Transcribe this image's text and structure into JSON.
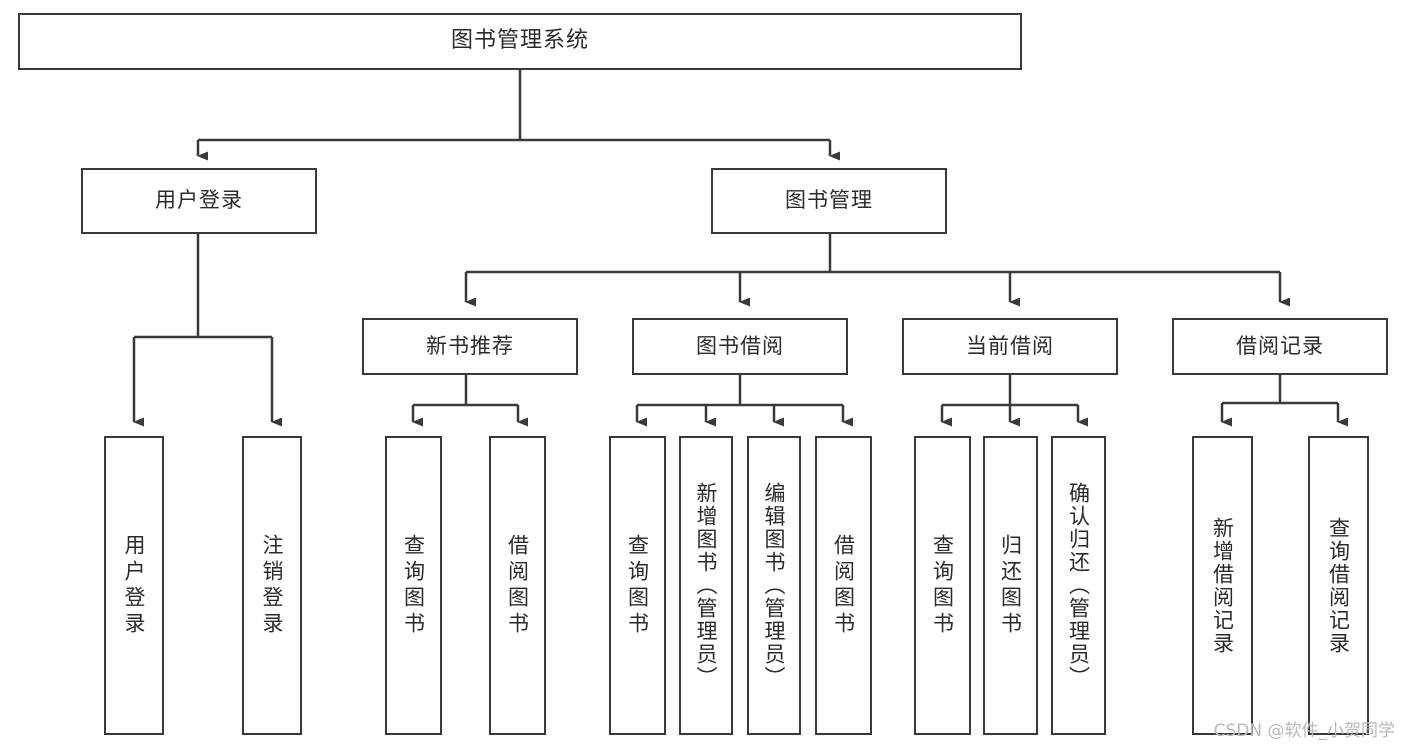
{
  "diagram": {
    "title": "图书管理系统",
    "type": "tree-hierarchy-chart",
    "watermark": "CSDN @软件_小贺同学",
    "colors": {
      "stroke": "#3a3a3a",
      "text": "#2b2b2b",
      "background": "#ffffff",
      "watermark": "#b9b9b9"
    },
    "nodes": {
      "root": {
        "label": "图书管理系统"
      },
      "level2": [
        {
          "id": "user-login",
          "label": "用户登录"
        },
        {
          "id": "book-management",
          "label": "图书管理"
        }
      ],
      "level3": [
        {
          "id": "new-book-recommend",
          "label": "新书推荐"
        },
        {
          "id": "book-borrow",
          "label": "图书借阅"
        },
        {
          "id": "current-borrow",
          "label": "当前借阅"
        },
        {
          "id": "borrow-record",
          "label": "借阅记录"
        }
      ],
      "leaves": {
        "user-login": [
          {
            "id": "leaf-user-login",
            "label": "用户登录"
          },
          {
            "id": "leaf-logout",
            "label": "注销登录"
          }
        ],
        "new-book-recommend": [
          {
            "id": "leaf-query-book-1",
            "label": "查询图书"
          },
          {
            "id": "leaf-borrow-book-1",
            "label": "借阅图书"
          }
        ],
        "book-borrow": [
          {
            "id": "leaf-query-book-2",
            "label": "查询图书"
          },
          {
            "id": "leaf-add-book",
            "label": "新增图书（管理员）"
          },
          {
            "id": "leaf-edit-book",
            "label": "编辑图书（管理员）"
          },
          {
            "id": "leaf-borrow-book-2",
            "label": "借阅图书"
          }
        ],
        "current-borrow": [
          {
            "id": "leaf-query-book-3",
            "label": "查询图书"
          },
          {
            "id": "leaf-return-book",
            "label": "归还图书"
          },
          {
            "id": "leaf-confirm-return",
            "label": "确认归还（管理员）"
          }
        ],
        "borrow-record": [
          {
            "id": "leaf-add-record",
            "label": "新增借阅记录"
          },
          {
            "id": "leaf-query-record",
            "label": "查询借阅记录"
          }
        ]
      }
    }
  }
}
